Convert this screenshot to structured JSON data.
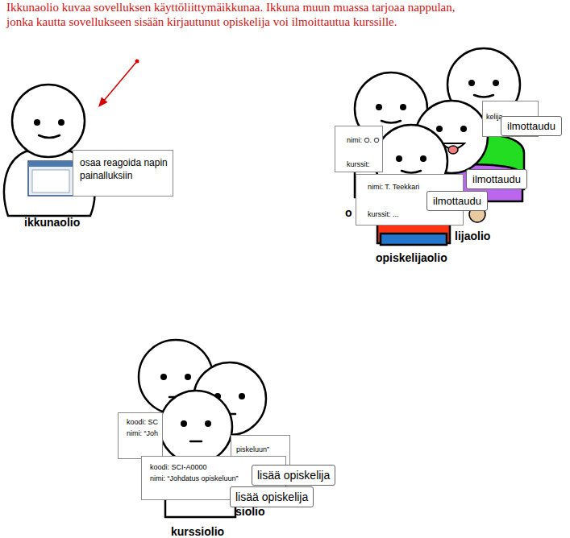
{
  "diagram": {
    "nodes": [
      {
        "text": [
          "osaa reagoida napin painalluksiin"
        ]
      },
      {
        "text": [
          "kelija"
        ]
      },
      {
        "text": [
          "ilmottaudu"
        ]
      },
      {
        "text": [
          "nimi: O. O",
          "kurssit:"
        ]
      },
      {
        "text": [
          "ilmottaudu"
        ]
      },
      {
        "text": [
          "nimi: T. Teekkari",
          "kurssit: ..."
        ]
      },
      {
        "text": [
          "ilmottaudu"
        ]
      },
      {
        "text": [
          "koodi: SC",
          "nimi: “Joh"
        ]
      },
      {
        "text": [
          "piskeluun”"
        ]
      },
      {
        "text": [
          "lisää opiskelija"
        ]
      },
      {
        "text": [
          "koodi: SCI-A0000",
          "nimi: “Johdatus opiskeluun”"
        ]
      },
      {
        "text": [
          "lisää opiskelija"
        ]
      }
    ],
    "labels": [
      "Ikkunaolio kuvaa sovelluksen käyttöliittymäikkunaa. Ikkuna muun muassa tarjoaa nappulan, jonka kautta sovellukseen sisään kirjautunut opiskelija voi ilmoittautua kurssille.",
      "ikkunaolio",
      "o",
      "lijaolio",
      "opiskelijaolio",
      "siolio",
      "kurssiolio"
    ]
  }
}
